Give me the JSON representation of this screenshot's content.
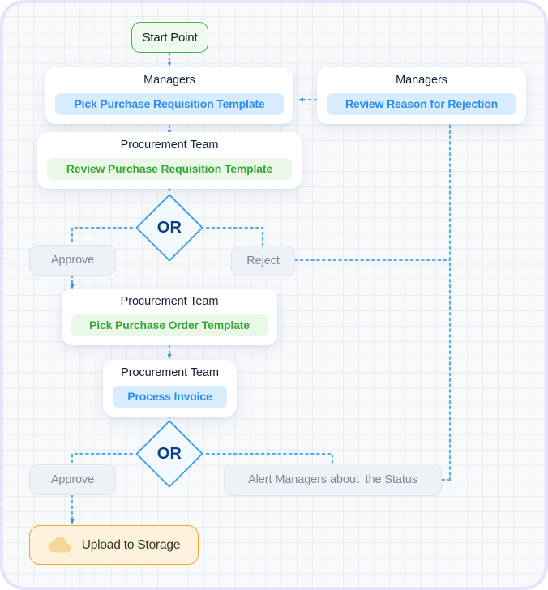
{
  "canvas": {
    "grid": true,
    "bg_color": "#f7f9fb",
    "grid_color": "#e6ecf2",
    "frame_color": "#e6e4fa"
  },
  "colors": {
    "blue_chip_bg": "#d8ecff",
    "blue_chip_text": "#2b8cf5",
    "green_chip_bg": "#eaf8e8",
    "green_chip_text": "#3aa63a",
    "start_border": "#4aac4a",
    "start_bg": "#eefaee",
    "end_border": "#e9ac2c",
    "end_bg": "#fdf3dc",
    "connector": "#5aaef0",
    "diamond_border": "#3c9ceb",
    "diamond_bg": "#f2faff",
    "diamond_text": "#0c3f86",
    "label_text": "#7b899e"
  },
  "nodes": {
    "start": {
      "label": "Start Point",
      "icon": "start-node"
    },
    "pick_requisition": {
      "role": "Managers",
      "action": "Pick Purchase Requisition Template"
    },
    "review_rejection": {
      "role": "Managers",
      "action": "Review Reason for Rejection"
    },
    "review_requisition": {
      "role": "Procurement Team",
      "action": "Review Purchase Requisition Template"
    },
    "gateway_one": {
      "label": "OR"
    },
    "approve_one": {
      "label": "Approve"
    },
    "reject": {
      "label": "Reject"
    },
    "pick_order": {
      "role": "Procurement Team",
      "action": "Pick Purchase Order Template"
    },
    "process_invoice": {
      "role": "Procurement Team",
      "action": "Process Invoice"
    },
    "gateway_two": {
      "label": "OR"
    },
    "approve_two": {
      "label": "Approve"
    },
    "alert_managers": {
      "label": "Alert Managers about  the Status"
    },
    "upload": {
      "label": "Upload to Storage",
      "icon": "cloud-icon"
    }
  }
}
